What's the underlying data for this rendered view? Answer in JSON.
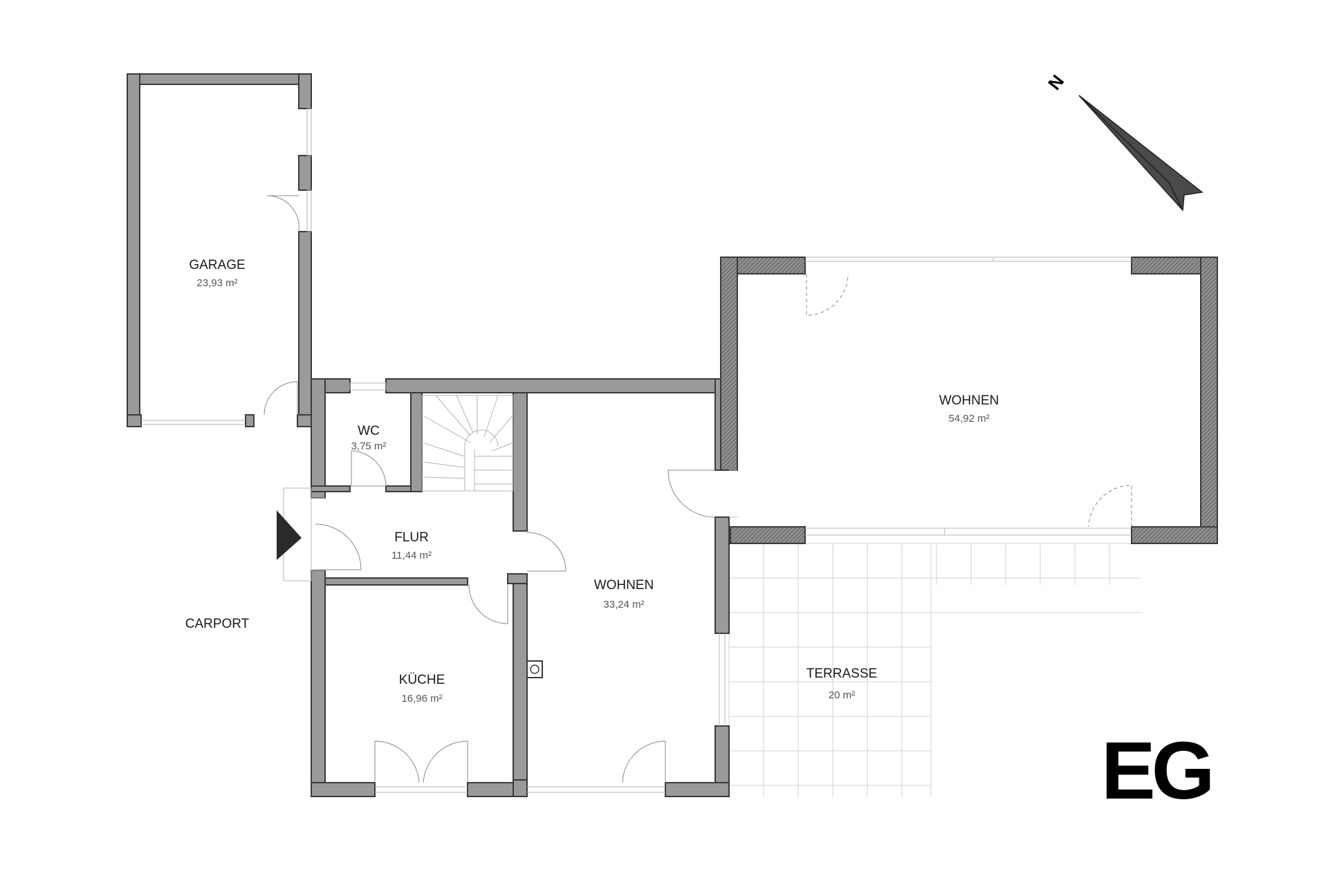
{
  "rooms": {
    "garage": {
      "name": "GARAGE",
      "area": "23,93 m²"
    },
    "wc": {
      "name": "WC",
      "area": "3,75 m²"
    },
    "flur": {
      "name": "FLUR",
      "area": "11,44 m²"
    },
    "wohnen_small": {
      "name": "WOHNEN",
      "area": "33,24 m²"
    },
    "wohnen_large": {
      "name": "WOHNEN",
      "area": "54,92 m²"
    },
    "kueche": {
      "name": "KÜCHE",
      "area": "16,96 m²"
    },
    "terrasse": {
      "name": "TERRASSE",
      "area": "20 m²"
    },
    "carport": {
      "name": "CARPORT"
    }
  },
  "floor_label": "EG",
  "north_label": "N",
  "colors": {
    "wall_fill": "#9a9a9a",
    "wall_outline": "#3a3a3a",
    "background": "#ffffff",
    "text": "#1a1a1a"
  }
}
